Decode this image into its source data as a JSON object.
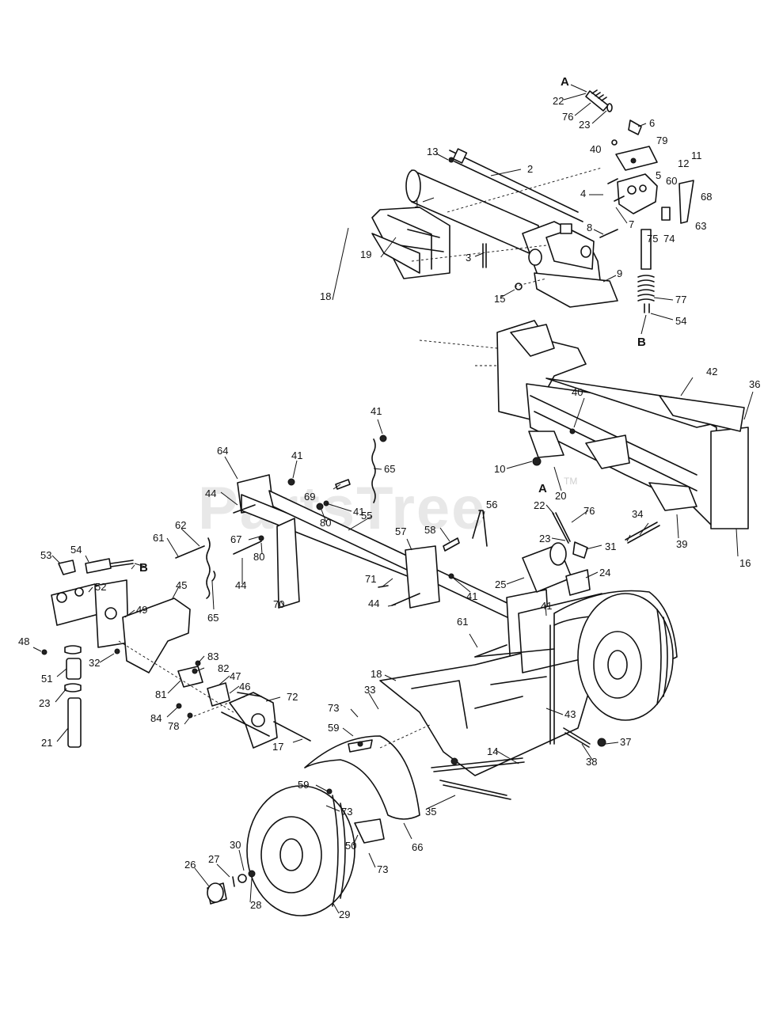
{
  "watermark": {
    "text": "PartsTree",
    "trademark": "TM"
  },
  "connectors": {
    "a_top": "A",
    "a_mid": "A",
    "b_top": "B",
    "b_left": "B"
  },
  "callouts": {
    "c1": "1",
    "c2": "2",
    "c3": "3",
    "c4": "4",
    "c5": "5",
    "c6": "6",
    "c7": "7",
    "c8": "8",
    "c9": "9",
    "c10": "10",
    "c11": "11",
    "c12": "12",
    "c13": "13",
    "c14": "14",
    "c15": "15",
    "c16": "16",
    "c17": "17",
    "c18a": "18",
    "c18b": "18",
    "c19": "19",
    "c20": "20",
    "c21": "21",
    "c22a": "22",
    "c22b": "22",
    "c23a": "23",
    "c23b": "23",
    "c23c": "23",
    "c24": "24",
    "c25": "25",
    "c26": "26",
    "c27": "27",
    "c28": "28",
    "c29": "29",
    "c30": "30",
    "c31": "31",
    "c32": "32",
    "c33": "33",
    "c34": "34",
    "c35": "35",
    "c36": "36",
    "c37": "37",
    "c38": "38",
    "c39": "39",
    "c40a": "40",
    "c40b": "40",
    "c41a": "41",
    "c41b": "41",
    "c41c": "41",
    "c41d": "41",
    "c41e": "41",
    "c42": "42",
    "c43": "43",
    "c44a": "44",
    "c44b": "44",
    "c44c": "44",
    "c45": "45",
    "c46": "46",
    "c47": "47",
    "c48": "48",
    "c49": "49",
    "c50": "50",
    "c51": "51",
    "c52": "52",
    "c53": "53",
    "c54a": "54",
    "c54b": "54",
    "c55": "55",
    "c56": "56",
    "c57": "57",
    "c58": "58",
    "c59a": "59",
    "c59b": "59",
    "c60": "60",
    "c61a": "61",
    "c61b": "61",
    "c62": "62",
    "c63": "63",
    "c64": "64",
    "c65a": "65",
    "c65b": "65",
    "c66": "66",
    "c67": "67",
    "c68": "68",
    "c69": "69",
    "c70": "70",
    "c71": "71",
    "c72": "72",
    "c73a": "73",
    "c73b": "73",
    "c73c": "73",
    "c74": "74",
    "c75": "75",
    "c76a": "76",
    "c76b": "76",
    "c77": "77",
    "c78": "78",
    "c79": "79",
    "c80a": "80",
    "c80b": "80",
    "c81": "81",
    "c82": "82",
    "c83": "83",
    "c84": "84"
  }
}
